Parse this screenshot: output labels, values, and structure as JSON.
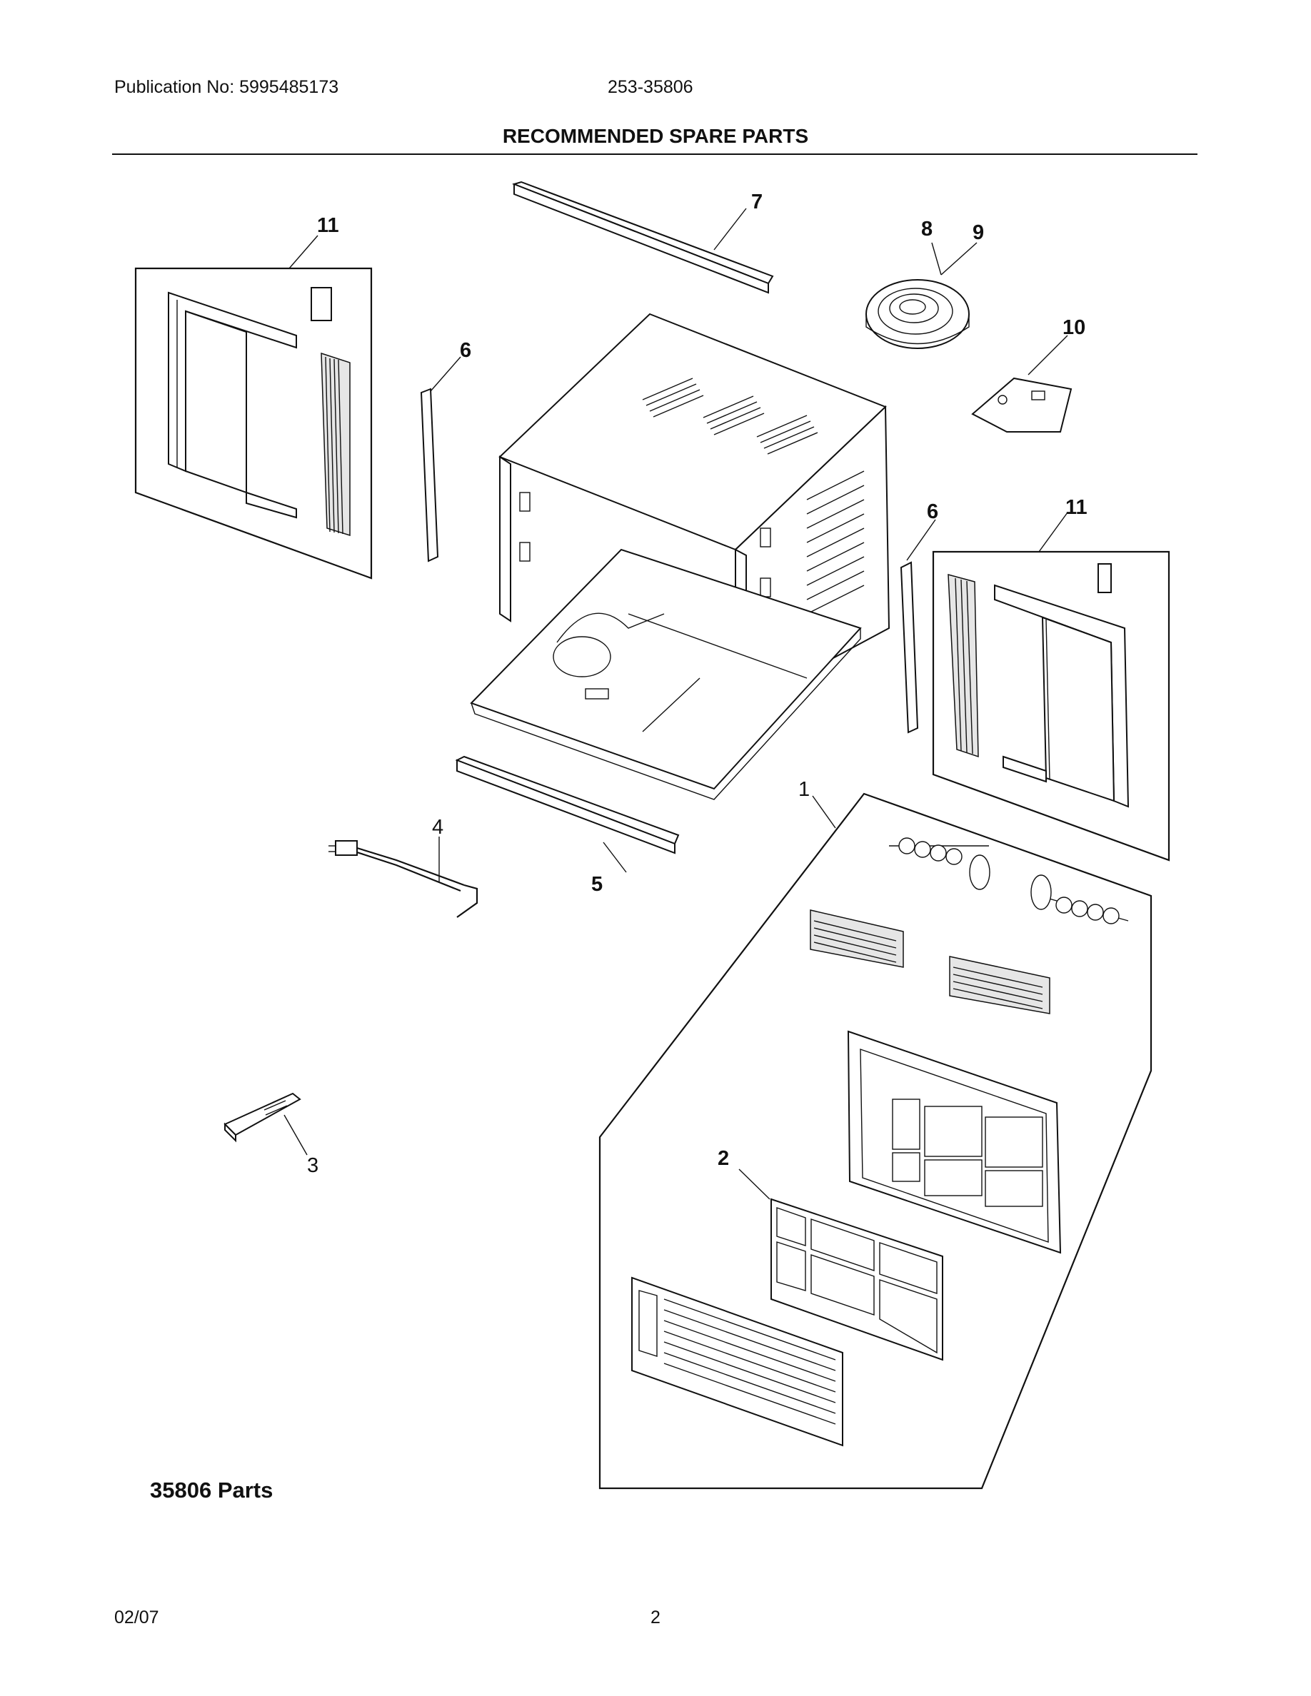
{
  "header": {
    "publication": "Publication No: 5995485173",
    "model_code": "253-35806",
    "title": "RECOMMENDED SPARE PARTS"
  },
  "diagram": {
    "callouts": [
      "1",
      "2",
      "3",
      "4",
      "5",
      "6",
      "6",
      "7",
      "8",
      "9",
      "10",
      "11",
      "11"
    ],
    "caption": "35806 Parts"
  },
  "footer": {
    "date": "02/07",
    "page_number": "2"
  }
}
